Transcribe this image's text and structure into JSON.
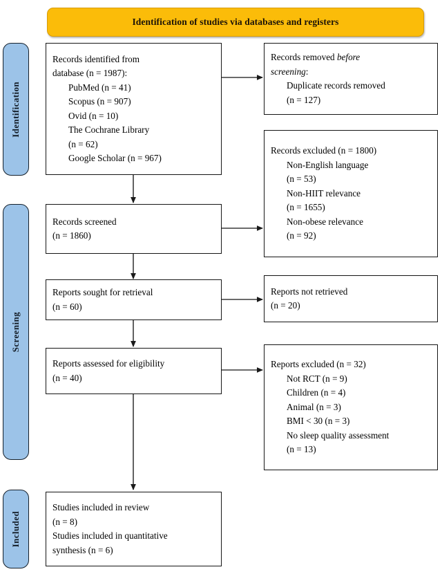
{
  "diagram": {
    "type": "prisma-flow-diagram",
    "banner": {
      "title": "Identification of studies via databases and registers"
    },
    "stage_labels": [
      {
        "name": "identification",
        "text": "Identification"
      },
      {
        "name": "screening",
        "text": "Screening"
      },
      {
        "name": "included",
        "text": "Included"
      }
    ],
    "colors": {
      "banner_fill": "#FBBC09",
      "stage_label_fill": "#9CC3E8",
      "box_border": "#141414",
      "box_fill": "#FFFFFF",
      "arrow": "#1a1a1a"
    },
    "nodes": {
      "records_identified": {
        "name": "records-identified-box",
        "lines": [
          {
            "text": "Records identified from",
            "indent": false
          },
          {
            "text": "database (n = 1987):",
            "indent": false
          },
          {
            "text": "PubMed (n = 41)",
            "indent": true
          },
          {
            "text": "Scopus (n = 907)",
            "indent": true
          },
          {
            "text": "Ovid (n = 10)",
            "indent": true
          },
          {
            "text": "The Cochrane Library",
            "indent": true
          },
          {
            "text": "(n = 62)",
            "indent": true
          },
          {
            "text": "Google Scholar (n = 967)",
            "indent": true
          }
        ]
      },
      "records_removed": {
        "name": "records-removed-box",
        "lines": [
          {
            "text": "Records removed ",
            "italic_tail": "before",
            "indent": false
          },
          {
            "italic_lead": "screening",
            "text": ":",
            "indent": false
          },
          {
            "text": "Duplicate records removed",
            "indent": true
          },
          {
            "text": "(n = 127)",
            "indent": true
          }
        ]
      },
      "records_screened": {
        "name": "records-screened-box",
        "lines": [
          {
            "text": "Records screened",
            "indent": false
          },
          {
            "text": "(n = 1860)",
            "indent": false
          }
        ]
      },
      "records_excluded": {
        "name": "records-excluded-box",
        "lines": [
          {
            "text": "Records excluded (n = 1800)",
            "indent": false
          },
          {
            "text": "Non-English language",
            "indent": true
          },
          {
            "text": "(n = 53)",
            "indent": true
          },
          {
            "text": "Non-HIIT relevance",
            "indent": true
          },
          {
            "text": "(n = 1655)",
            "indent": true
          },
          {
            "text": "Non-obese relevance",
            "indent": true
          },
          {
            "text": "(n = 92)",
            "indent": true
          }
        ]
      },
      "reports_sought": {
        "name": "reports-sought-box",
        "lines": [
          {
            "text": "Reports sought for retrieval",
            "indent": false
          },
          {
            "text": "(n = 60)",
            "indent": false
          }
        ]
      },
      "reports_not_retrieved": {
        "name": "reports-not-retrieved-box",
        "lines": [
          {
            "text": "Reports not retrieved",
            "indent": false
          },
          {
            "text": "(n = 20)",
            "indent": false
          }
        ]
      },
      "reports_assessed": {
        "name": "reports-assessed-box",
        "lines": [
          {
            "text": "Reports assessed for eligibility",
            "indent": false
          },
          {
            "text": "(n = 40)",
            "indent": false
          }
        ]
      },
      "reports_excluded": {
        "name": "reports-excluded-box",
        "lines": [
          {
            "text": "Reports excluded (n = 32)",
            "indent": false
          },
          {
            "text": "Not RCT (n = 9)",
            "indent": true
          },
          {
            "text": "Children (n = 4)",
            "indent": true
          },
          {
            "text": "Animal (n = 3)",
            "indent": true
          },
          {
            "text": "BMI < 30 (n = 3)",
            "indent": true
          },
          {
            "text": "No sleep quality assessment",
            "indent": true
          },
          {
            "text": "(n = 13)",
            "indent": true
          }
        ]
      },
      "studies_included": {
        "name": "studies-included-box",
        "lines": [
          {
            "text": "Studies included in review",
            "indent": false
          },
          {
            "text": "(n = 8)",
            "indent": false
          },
          {
            "text": "Studies included in quantitative",
            "indent": false
          },
          {
            "text": "synthesis (n = 6)",
            "indent": false
          }
        ]
      }
    }
  }
}
